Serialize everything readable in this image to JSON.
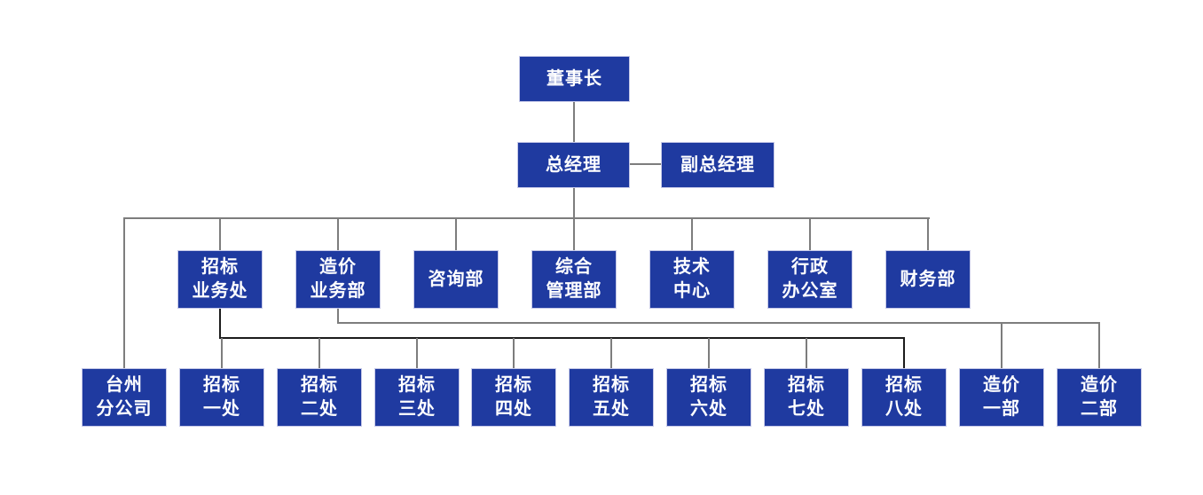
{
  "diagram": {
    "type": "org-chart",
    "background_color": "#ffffff",
    "colors": {
      "box_fill": "#1f3aa0",
      "box_border": "#c6c9e8",
      "box_text": "#ffffff",
      "connector_gray": "#7d7d7d",
      "connector_dark": "#1c1c1c"
    },
    "levels": {
      "level1": [
        {
          "id": "chairman",
          "label": "董事长"
        }
      ],
      "level2": [
        {
          "id": "general-manager",
          "label": "总经理"
        },
        {
          "id": "deputy-general-manager",
          "label": "副总经理"
        }
      ],
      "level3": [
        {
          "id": "bidding-business-office",
          "label": "招标\n业务处"
        },
        {
          "id": "cost-business-dept",
          "label": "造价\n业务部"
        },
        {
          "id": "consulting-dept",
          "label": "咨询部"
        },
        {
          "id": "general-management-dept",
          "label": "综合\n管理部"
        },
        {
          "id": "technology-center",
          "label": "技术\n中心"
        },
        {
          "id": "admin-office",
          "label": "行政\n办公室"
        },
        {
          "id": "finance-dept",
          "label": "财务部"
        }
      ],
      "level4": [
        {
          "id": "taizhou-branch",
          "label": "台州\n分公司"
        },
        {
          "id": "bidding-office-1",
          "label": "招标\n一处"
        },
        {
          "id": "bidding-office-2",
          "label": "招标\n二处"
        },
        {
          "id": "bidding-office-3",
          "label": "招标\n三处"
        },
        {
          "id": "bidding-office-4",
          "label": "招标\n四处"
        },
        {
          "id": "bidding-office-5",
          "label": "招标\n五处"
        },
        {
          "id": "bidding-office-6",
          "label": "招标\n六处"
        },
        {
          "id": "bidding-office-7",
          "label": "招标\n七处"
        },
        {
          "id": "bidding-office-8",
          "label": "招标\n八处"
        },
        {
          "id": "cost-dept-1",
          "label": "造价\n一部"
        },
        {
          "id": "cost-dept-2",
          "label": "造价\n二部"
        }
      ]
    },
    "relations": [
      {
        "parent": "董事长",
        "children": [
          "总经理"
        ]
      },
      {
        "parent": "总经理",
        "peer": "副总经理",
        "children": [
          "台州分公司",
          "招标业务处",
          "造价业务部",
          "咨询部",
          "综合管理部",
          "技术中心",
          "行政办公室",
          "财务部"
        ]
      },
      {
        "parent": "招标业务处",
        "children": [
          "招标一处",
          "招标二处",
          "招标三处",
          "招标四处",
          "招标五处",
          "招标六处",
          "招标七处",
          "招标八处"
        ]
      },
      {
        "parent": "造价业务部",
        "children": [
          "造价一部",
          "造价二部"
        ]
      }
    ]
  }
}
